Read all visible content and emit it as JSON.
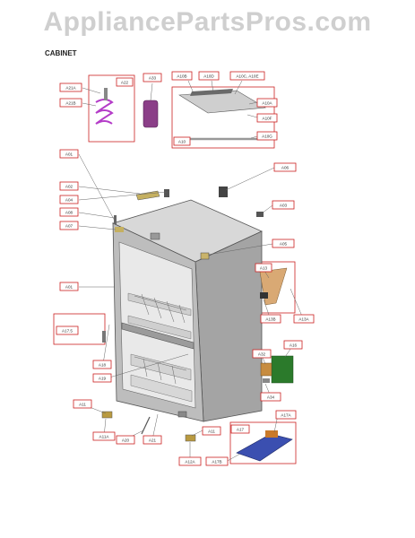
{
  "watermark": "AppliancePartsPros.com",
  "section_title": "CABINET",
  "labels": {
    "A21A": "A21A",
    "A22": "A22",
    "A21B": "A21B",
    "A33": "A33",
    "A10B": "A10B",
    "A10D": "A10D",
    "A10C_A10E": "A10C, A10E",
    "A10A": "A10A",
    "A10F": "A10F",
    "A10": "A10",
    "A10G": "A10G",
    "A01": "A01",
    "A02": "A02",
    "A04": "A04",
    "A05": "A05",
    "A07": "A07",
    "A06": "A06",
    "A03": "A03",
    "A08": "A08",
    "A09": "A09",
    "A17_5": "A17.5",
    "A18": "A18",
    "A19": "A19",
    "A13": "A13",
    "A13B": "A13B",
    "A13A": "A13A",
    "A16": "A16",
    "A32": "A32",
    "A34": "A34",
    "A11": "A11",
    "A11A": "A11A",
    "A20": "A20",
    "A21": "A21",
    "A12": "A12",
    "A12A": "A12A",
    "A17B": "A17B",
    "A17": "A17",
    "A17A": "A17A"
  },
  "colors": {
    "callout": "#cc2222",
    "leader": "#555555",
    "watermark": "#cfcfcf"
  }
}
